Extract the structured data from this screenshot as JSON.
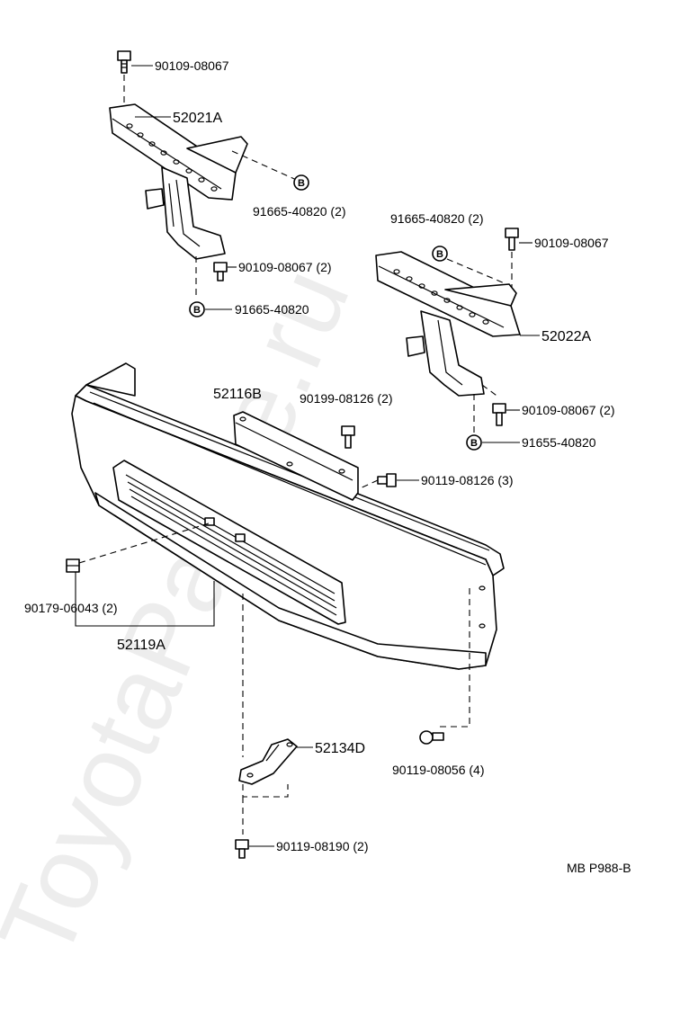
{
  "parts": {
    "bolt_top_left": "90109-08067",
    "bracket_left": "52021A",
    "clip_left_a": "91665-40820 (2)",
    "bolt_left_lower": "90109-08067 (2)",
    "clip_left_b": "91665-40820",
    "clip_right_a": "91665-40820 (2)",
    "bolt_right_top": "90109-08067",
    "bracket_right": "52022A",
    "bolt_right_lower": "90109-08067 (2)",
    "clip_right_b": "91655-40820",
    "plate": "52116B",
    "screw_plate": "90199-08126 (2)",
    "screw_bumper": "90119-08126 (3)",
    "nut_clip": "90179-06043 (2)",
    "bumper_cover": "52119A",
    "bracket_lower": "52134D",
    "screw_corner": "90119-08056 (4)",
    "bolt_bottom": "90119-08190 (2)"
  },
  "clip_mark": "B",
  "code": "MB P988-B",
  "watermark": "ToyotaParMe.ru"
}
